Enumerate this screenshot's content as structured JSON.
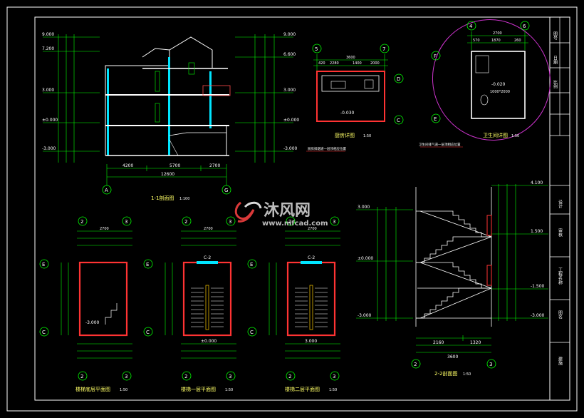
{
  "colors": {
    "background": "#000000",
    "border": "#ffffff",
    "dimension": "#00ff00",
    "grid_line": "#ff3333",
    "wall": "#ffffff",
    "wall_section": "#00e5ff",
    "level_text": "#ffffff",
    "title_text": "#ffff66",
    "highlight_ellipse": "#cc33cc",
    "watermark": "#cccccc",
    "title_block": "#ffffff"
  },
  "sheet": {
    "watermark_brand": "沐风网",
    "watermark_url": "www.mfcad.com"
  },
  "section_1_1": {
    "title": "1-1剖面图",
    "scale": "1:100",
    "grid_left": "A",
    "grid_right": "G",
    "dims_bottom": [
      "4200",
      "5700",
      "2700"
    ],
    "dim_total": "12600",
    "left_levels": [
      "9.000",
      "7.200",
      "3.000",
      "±0.000",
      "-3.000"
    ],
    "right_levels": [
      "9.000",
      "6.600",
      "3.000",
      "±0.000",
      "-3.000"
    ]
  },
  "kitchen_detail": {
    "title": "厨房详图",
    "scale": "1:50",
    "grid_top": [
      "5",
      "7"
    ],
    "grid_side": [
      "D",
      "C"
    ],
    "dims_top": [
      "420",
      "2280",
      "1400",
      "2000"
    ],
    "dim_total": "3600",
    "level": "-0.030",
    "note": "厨房排烟道一层顶相应位置"
  },
  "bathroom_detail": {
    "title": "卫生间详图",
    "scale": "1:50",
    "grid_top": [
      "4",
      "6"
    ],
    "grid_side": [
      "F",
      "E"
    ],
    "dim_total": "2700",
    "dims_top": [
      "570",
      "1870",
      "260"
    ],
    "level": "-0.020",
    "note_window": "1000*2000",
    "note": "卫生间排气道一层顶相应位置"
  },
  "title_block": {
    "cells": [
      "图号",
      "日期",
      "比例",
      "设计",
      "审核",
      "工程名称",
      "图名",
      "建施"
    ]
  },
  "stair_ground_plan": {
    "title": "楼梯底层平面图",
    "scale": "1:50",
    "grid_top": [
      "2",
      "3"
    ],
    "grid_side": [
      "E",
      "C"
    ],
    "dim_total": "2700",
    "level": "-3.000"
  },
  "stair_first_plan": {
    "title": "楼梯一层平面图",
    "scale": "1:50",
    "grid_top": [
      "2",
      "3"
    ],
    "grid_side": [
      "E",
      "C"
    ],
    "dim_total": "2700",
    "level": "±0.000",
    "tag": "C-2"
  },
  "stair_second_plan": {
    "title": "楼梯二层平面图",
    "scale": "1:50",
    "grid_top": [
      "2",
      "3"
    ],
    "grid_side": [
      "E",
      "C"
    ],
    "dim_total": "2700",
    "level": "3.000",
    "tag": "C-2"
  },
  "section_2_2": {
    "title": "2-2剖面图",
    "scale": "1:50",
    "grid_left": "2",
    "grid_right": "3",
    "dims_bottom": [
      "2160",
      "1320"
    ],
    "dim_total": "3600",
    "left_levels": [
      "3.000",
      "±0.000",
      "-3.000"
    ],
    "right_levels": [
      "4.100",
      "1.500",
      "-1.500",
      "-3.000"
    ]
  }
}
